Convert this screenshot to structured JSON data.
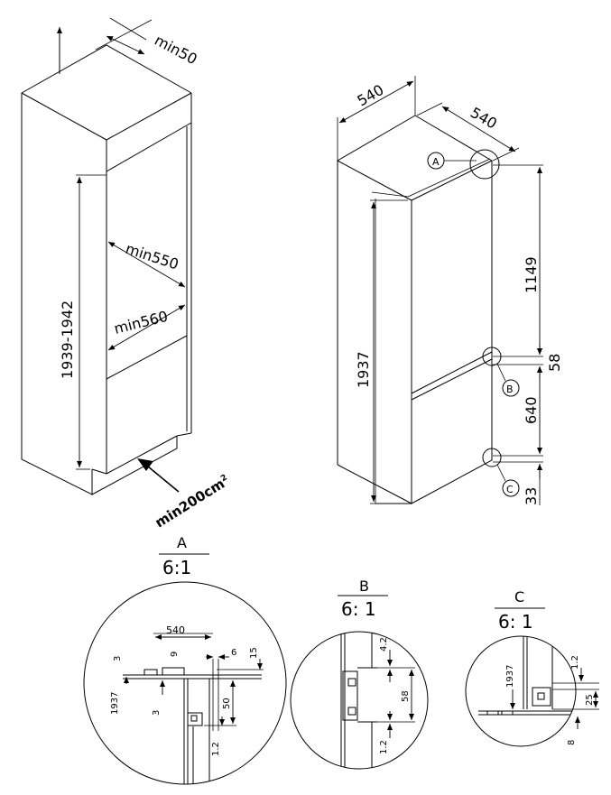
{
  "left_figure": {
    "dim_min50": "min50",
    "dim_height": "1939-1942",
    "dim_min550": "min550",
    "dim_min560": "min560",
    "vent": "min200cm",
    "vent_sup": "2"
  },
  "right_figure": {
    "dim_depth": "540",
    "dim_width": "540",
    "dim_height": "1937",
    "dim_upper": "1149",
    "dim_gap": "58",
    "dim_lower": "640",
    "dim_bottom": "33",
    "marker_a": "A",
    "marker_b": "B",
    "marker_c": "C"
  },
  "details": {
    "a": {
      "title": "A",
      "scale": "6:1",
      "d540": "540",
      "d3": "3",
      "d9": "9",
      "d6": "6",
      "d15": "15",
      "d1937": "1937",
      "d3b": "3",
      "d50": "50",
      "d12": "1.2"
    },
    "b": {
      "title": "B",
      "scale": "6: 1",
      "d42": "4.2",
      "d58": "58",
      "d12": "1.2"
    },
    "c": {
      "title": "C",
      "scale": "6: 1",
      "d1937": "1937",
      "d12": "1.2",
      "d25": "25",
      "d8": "8"
    }
  }
}
